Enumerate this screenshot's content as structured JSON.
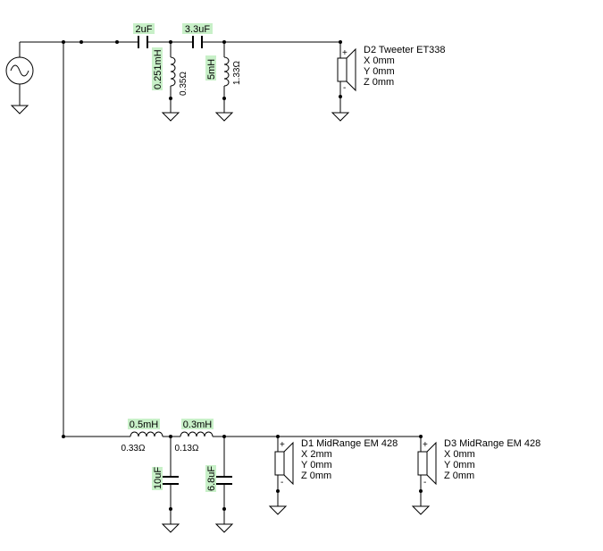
{
  "colors": {
    "label_bg": "#c8f0c8",
    "wire": "#000000",
    "background": "#ffffff"
  },
  "source": {
    "icon": "ac-source-icon"
  },
  "tweeter_branch": {
    "c1": {
      "value": "2uF"
    },
    "c2": {
      "value": "3.3uF"
    },
    "l1": {
      "value": "0.251mH",
      "resistance": "0.35Ω"
    },
    "l2": {
      "value": "5mH",
      "resistance": "1.33Ω"
    },
    "driver": {
      "name": "D2 Tweeter ET338",
      "x": "X 0mm",
      "y": "Y 0mm",
      "z": "Z 0mm",
      "plus": "+",
      "minus": "-"
    }
  },
  "mid_branch": {
    "l1": {
      "value": "0.5mH",
      "resistance": "0.33Ω"
    },
    "l2": {
      "value": "0.3mH",
      "resistance": "0.13Ω"
    },
    "c1": {
      "value": "10uF"
    },
    "c2": {
      "value": "6.8uF"
    },
    "driver1": {
      "name": "D1 MidRange EM 428",
      "x": "X 2mm",
      "y": "Y 0mm",
      "z": "Z 0mm",
      "plus": "+",
      "minus": "-"
    },
    "driver3": {
      "name": "D3 MidRange EM 428",
      "x": "X 0mm",
      "y": "Y 0mm",
      "z": "Z 0mm",
      "plus": "+",
      "minus": "-"
    }
  }
}
